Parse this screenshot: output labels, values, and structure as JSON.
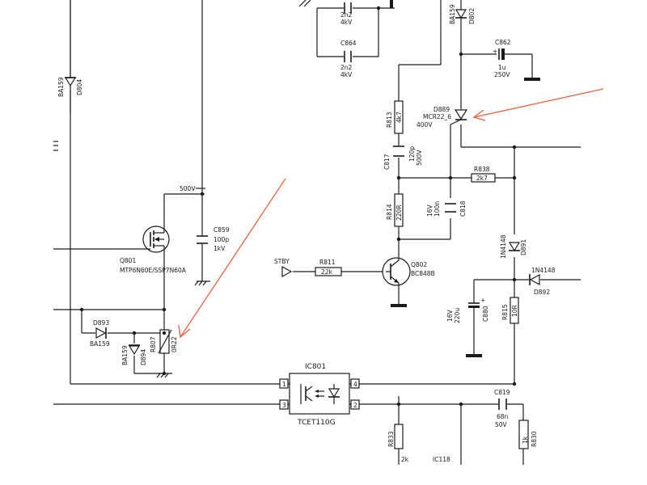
{
  "labels": {
    "c863_val": "2n2",
    "c863_volt": "4kV",
    "c864_ref": "C864",
    "c864_val": "2n2",
    "c864_volt": "4kV",
    "d802_ref": "BA159",
    "d802_name": "D802",
    "c862_ref": "C862",
    "c862_val": "1u",
    "c862_volt": "250V",
    "d804_type": "BA159",
    "d804_ref": "D804",
    "r813_ref": "R813",
    "r813_val": "4k7",
    "d889_ref": "D889",
    "d889_type": "MCR22_6",
    "d889_volt": "400V",
    "c817_ref": "C817",
    "c817_val": "120p",
    "c817_volt": "500V",
    "r838_ref": "R838",
    "r838_val": "2k7",
    "net_500v": "500V",
    "c859_ref": "C859",
    "c859_val": "100p",
    "c859_volt": "1kV",
    "r814_ref": "R814",
    "r814_val": "220R",
    "c818_volt": "16V",
    "c818_val": "100n",
    "c818_ref": "C818",
    "d891_type": "1N4148",
    "d891_ref": "D891",
    "q801_ref": "Q801",
    "q801_type": "MTP6N60E/SSP7N60A",
    "stby": "STBY",
    "r811_ref": "R811",
    "r811_val": "22k",
    "q802_ref": "Q802",
    "q802_type": "BC848B",
    "d892_type": "1N4148",
    "d892_ref": "D892",
    "d893_ref": "D893",
    "d893_type": "BA159",
    "c880_volt": "16V",
    "c880_val": "220u",
    "c880_ref": "C880",
    "r815_ref": "R815",
    "r815_val": "10R",
    "d894_type": "BA159",
    "d894_ref": "D894",
    "r807_ref": "R807",
    "r807_val": "0R22",
    "ic801_ref": "IC801",
    "ic801_type": "TCET110G",
    "pin1": "1",
    "pin2": "2",
    "pin3": "3",
    "pin4": "4",
    "c819_ref": "C819",
    "c819_val": "68n",
    "c819_volt": "50V",
    "r830_val": "1k",
    "r830_ref": "R830",
    "r833_ref": "R833",
    "r833_val": "2k",
    "ic118_ref": "IC118"
  },
  "colors": {
    "ink": "#1a1a1a",
    "annotation_arrow": "#e8623f",
    "background": "#ffffff"
  }
}
